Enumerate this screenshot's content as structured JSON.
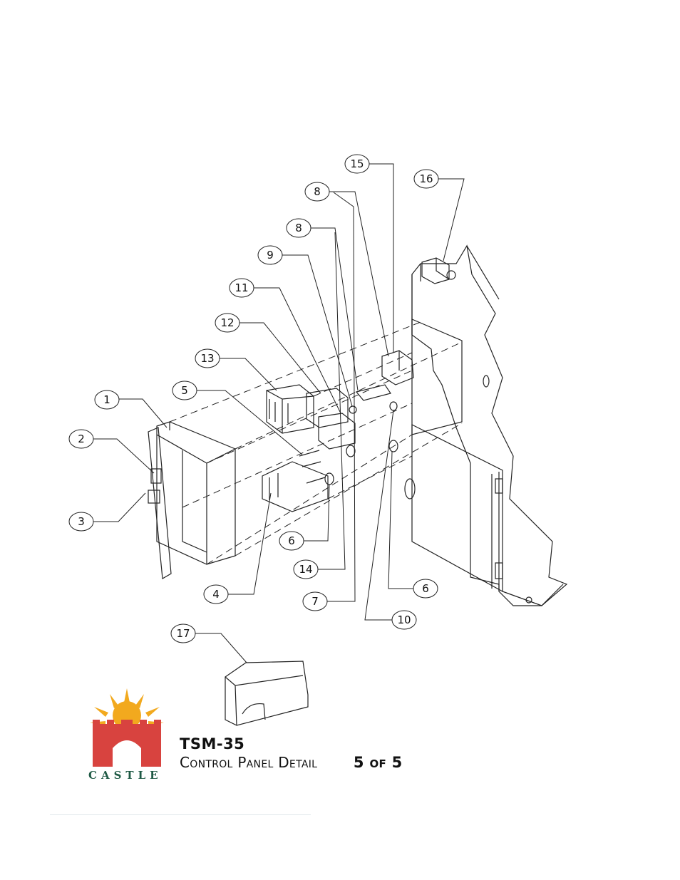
{
  "title_block": {
    "model": "TSM-35",
    "subtitle": "Control Panel Detail",
    "page": "5 of 5"
  },
  "logo": {
    "brand": "CASTLE",
    "colors": {
      "sun": "#f2a91e",
      "tower": "#d8433f",
      "wordmark": "#1f5a45"
    }
  },
  "callouts": [
    {
      "id": "c1",
      "label": "1"
    },
    {
      "id": "c2",
      "label": "2"
    },
    {
      "id": "c3",
      "label": "3"
    },
    {
      "id": "c4",
      "label": "4"
    },
    {
      "id": "c5",
      "label": "5"
    },
    {
      "id": "c6a",
      "label": "6"
    },
    {
      "id": "c6b",
      "label": "6"
    },
    {
      "id": "c7",
      "label": "7"
    },
    {
      "id": "c8a",
      "label": "8"
    },
    {
      "id": "c8b",
      "label": "8"
    },
    {
      "id": "c9",
      "label": "9"
    },
    {
      "id": "c10",
      "label": "10"
    },
    {
      "id": "c11",
      "label": "11"
    },
    {
      "id": "c12",
      "label": "12"
    },
    {
      "id": "c13",
      "label": "13"
    },
    {
      "id": "c14",
      "label": "14"
    },
    {
      "id": "c15",
      "label": "15"
    },
    {
      "id": "c16",
      "label": "16"
    },
    {
      "id": "c17",
      "label": "17"
    }
  ]
}
